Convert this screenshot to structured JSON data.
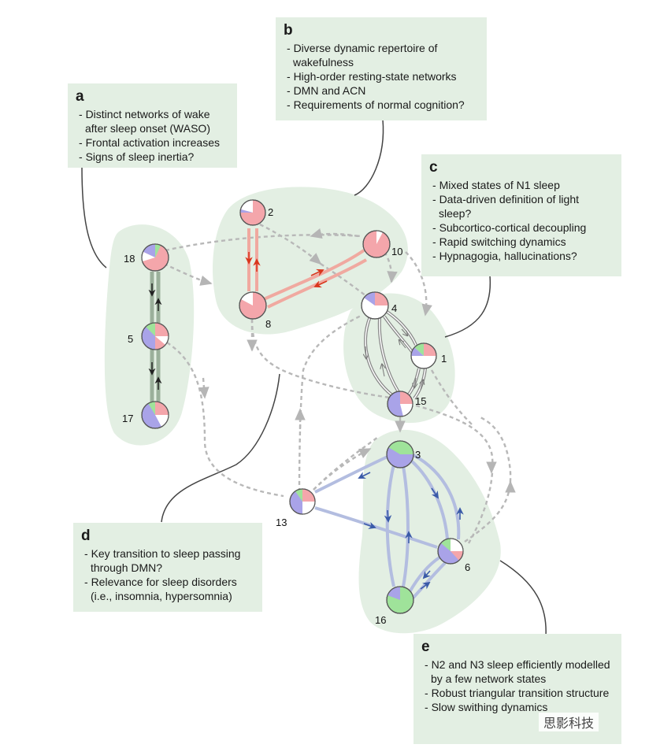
{
  "panels": {
    "a": {
      "letter": "a",
      "items": [
        "Distinct networks of wake after sleep onset (WASO)",
        "Frontal activation increases",
        "Signs of sleep inertia?"
      ]
    },
    "b": {
      "letter": "b",
      "items": [
        "Diverse dynamic repertoire of wakefulness",
        "High-order resting-state networks",
        "DMN and ACN",
        "Requirements of normal cognition?"
      ]
    },
    "c": {
      "letter": "c",
      "items": [
        "Mixed states of N1 sleep",
        "Data-driven definition of light sleep?",
        "Subcortico-cortical decoupling",
        "Rapid switching dynamics",
        "Hypnagogia, hallucinations?"
      ]
    },
    "d": {
      "letter": "d",
      "items": [
        "Key transition to sleep passing through DMN?",
        "Relevance for sleep disorders (i.e., insomnia, hypersomnia)"
      ]
    },
    "e": {
      "letter": "e",
      "items": [
        "N2 and N3 sleep efficiently modelled by a few network states",
        "Robust triangular transition structure",
        "Slow swithing dynamics"
      ]
    }
  },
  "nodes": [
    {
      "id": "2",
      "label": "2"
    },
    {
      "id": "10",
      "label": "10"
    },
    {
      "id": "8",
      "label": "8"
    },
    {
      "id": "18",
      "label": "18"
    },
    {
      "id": "5",
      "label": "5"
    },
    {
      "id": "17",
      "label": "17"
    },
    {
      "id": "4",
      "label": "4"
    },
    {
      "id": "1",
      "label": "1"
    },
    {
      "id": "15",
      "label": "15"
    },
    {
      "id": "3",
      "label": "3"
    },
    {
      "id": "6",
      "label": "6"
    },
    {
      "id": "16",
      "label": "16"
    },
    {
      "id": "13",
      "label": "13"
    }
  ],
  "colors": {
    "wake_cluster": "#f4a7a9",
    "edge_red": "#d9361d",
    "edge_gray": "#a6a6a6",
    "edge_blue": "#4f6fb0",
    "cluster_fill": "#e3efe3",
    "pie_pink": "#f4a6ab",
    "pie_purple": "#a9a3e8",
    "pie_green": "#9fe39a"
  },
  "watermark": "思影科技"
}
